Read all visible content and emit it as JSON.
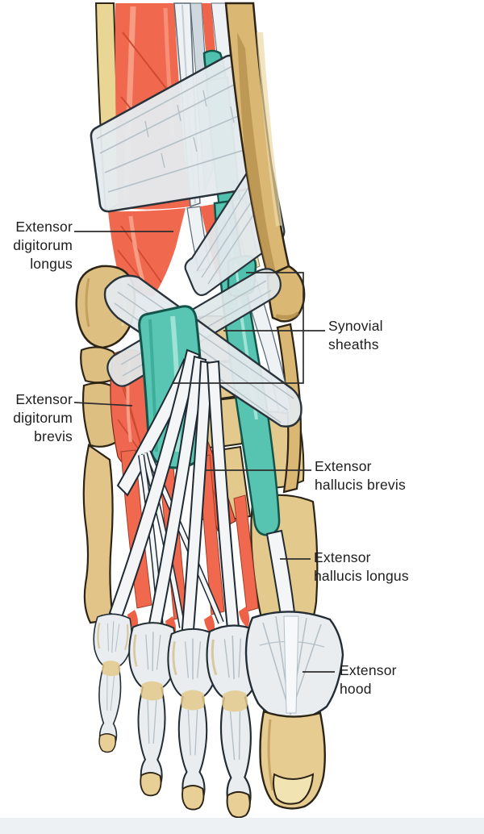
{
  "meta": {
    "description": "Anatomical illustration of the dorsum of the foot showing extensor muscles, tendons, retinacula and synovial sheaths",
    "background": "#ffffff"
  },
  "palette": {
    "bone": "#dcba79",
    "bone_light": "#ecd9a6",
    "bone_shade": "#a87f3e",
    "muscle_red": "#f0694f",
    "muscle_red_dark": "#cf4a31",
    "muscle_red_light": "#f9a78e",
    "tendon_white": "#f3f5f7",
    "tendon_gray": "#cfd8de",
    "retinaculum": "#e3e9ec",
    "retinaculum_fiber": "#b4c0c8",
    "sheath_teal": "#56c4b1",
    "sheath_teal_dark": "#14544a",
    "sheath_teal_light": "#a9e6da",
    "outline_dark": "#232d35",
    "label_text": "#1d1d1d",
    "leader_line": "#2e2e2e",
    "footer_band": "#edf1f4"
  },
  "labels": {
    "edl": {
      "lines": [
        "Extensor",
        "digitorum",
        "longus"
      ]
    },
    "synovial": {
      "lines": [
        "Synovial",
        "sheaths"
      ]
    },
    "edb": {
      "lines": [
        "Extensor",
        "digitorum",
        "brevis"
      ]
    },
    "ehb": {
      "lines": [
        "Extensor",
        "hallucis brevis"
      ]
    },
    "ehl": {
      "lines": [
        "Extensor",
        "hallucis longus"
      ]
    },
    "hood": {
      "lines": [
        "Extensor",
        "hood"
      ]
    }
  }
}
